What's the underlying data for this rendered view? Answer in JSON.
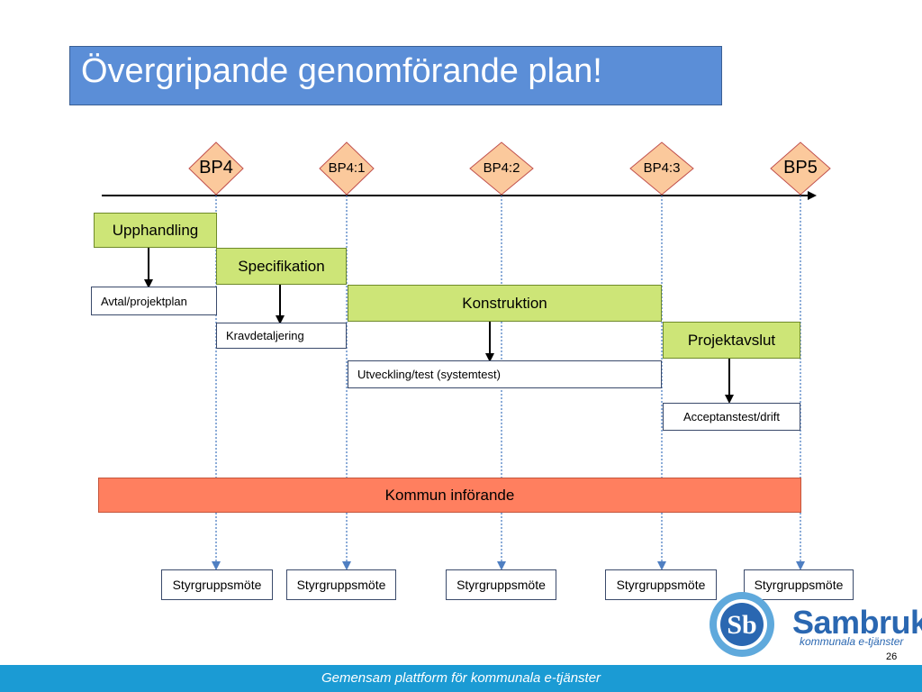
{
  "title": "Övergripande genomförande plan!",
  "milestones": [
    {
      "label": "BP4"
    },
    {
      "label": "BP4:1"
    },
    {
      "label": "BP4:2"
    },
    {
      "label": "BP4:3"
    },
    {
      "label": "BP5"
    }
  ],
  "phases": {
    "upphandling": "Upphandling",
    "specifikation": "Specifikation",
    "konstruktion": "Konstruktion",
    "projektavslut": "Projektavslut"
  },
  "deliverables": {
    "avtal": "Avtal/projektplan",
    "kravdetaljering": "Kravdetaljering",
    "utveckling": "Utveckling/test (systemtest)",
    "acceptanstest": "Acceptanstest/drift"
  },
  "kommun": "Kommun införande",
  "meetings": [
    "Styrgruppsmöte",
    "Styrgruppsmöte",
    "Styrgruppsmöte",
    "Styrgruppsmöte",
    "Styrgruppsmöte"
  ],
  "footer": "Gemensam plattform för kommunala e-tjänster",
  "page_number": "26",
  "logo": {
    "name": "Sambruk",
    "tagline": "kommunala e-tjänster",
    "emblem_text": "Sb"
  },
  "colors": {
    "title_bg": "#5b8ed7",
    "milestone_fill": "#fbc99c",
    "phase_fill": "#cde577",
    "kommun_fill": "#ff7f5f",
    "footer_bg": "#1b9bd4",
    "brand": "#2a67b1"
  }
}
